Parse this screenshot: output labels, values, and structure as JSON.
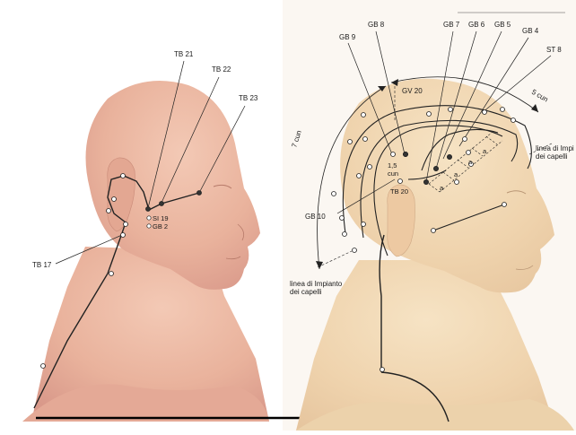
{
  "left_figure": {
    "labels": {
      "tb21": "TB 21",
      "tb22": "TB 22",
      "tb23": "TB 23",
      "si19": "SI 19",
      "gb2": "GB 2",
      "tb17": "TB 17"
    }
  },
  "right_figure": {
    "labels": {
      "gb8": "GB 8",
      "gb7": "GB 7",
      "gb6": "GB 6",
      "gb5": "GB 5",
      "gb4": "GB 4",
      "gb9": "GB 9",
      "st8": "ST 8",
      "gv20": "GV 20",
      "five_cun": "5 cun",
      "seven_cun": "7 cun",
      "one_five_cun_1": "1,5",
      "one_five_cun_2": "cun",
      "tb20": "TB 20",
      "gb10": "GB 10",
      "a1": "a",
      "a2": "a",
      "a3": "a",
      "a4": "a",
      "hairline_front_1": "linea di Impi",
      "hairline_front_2": "dei capelli",
      "hairline_back_1": "linea di Impianto",
      "hairline_back_2": "dei capelli"
    }
  },
  "colors": {
    "skin": "#ebb9a4",
    "skin_dark": "#d89a84",
    "skin_right": "#f1d7b0",
    "line": "#222222",
    "point_fill": "#ffffff",
    "point_filled": "#333333"
  }
}
